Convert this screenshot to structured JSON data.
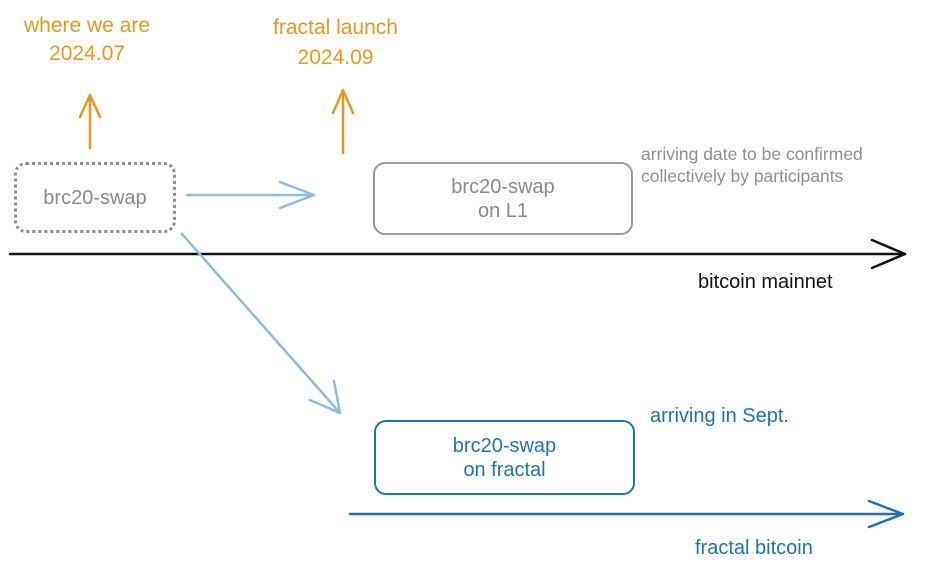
{
  "milestones": {
    "current": {
      "title": "where we are",
      "date": "2024.07"
    },
    "launch": {
      "title": "fractal launch",
      "date": "2024.09"
    }
  },
  "nodes": {
    "start": {
      "label": "brc20-swap"
    },
    "l1": {
      "line1": "brc20-swap",
      "line2": "on L1"
    },
    "fractal": {
      "line1": "brc20-swap",
      "line2": "on fractal"
    }
  },
  "notes": {
    "l1": {
      "line1": "arriving date to be confirmed",
      "line2": "collectively by participants"
    },
    "fractal": "arriving in Sept."
  },
  "timelines": {
    "mainnet": "bitcoin mainnet",
    "fractal": "fractal bitcoin"
  },
  "colors": {
    "milestone": "#e59a1c",
    "mainnet": "#111111",
    "fractal": "#1f72b8",
    "connector": "#8fbbe0",
    "muted": "#8e8e8e"
  }
}
